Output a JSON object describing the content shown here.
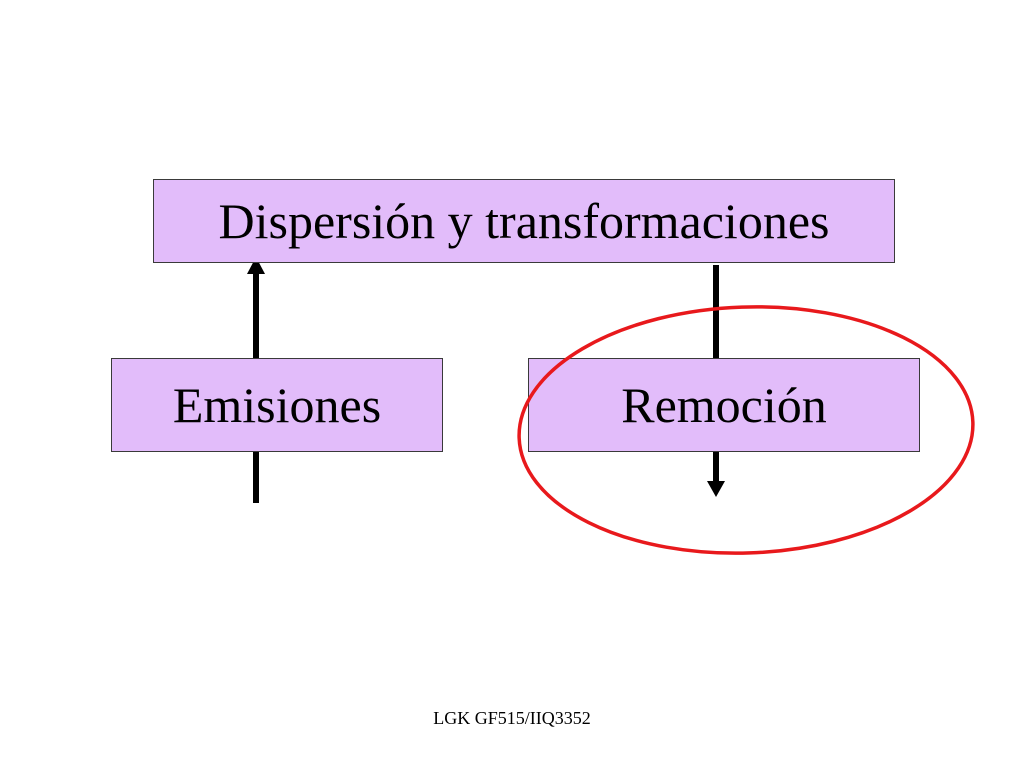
{
  "diagram": {
    "nodes": {
      "top": {
        "label": "Dispersión y transformaciones"
      },
      "left": {
        "label": "Emisiones"
      },
      "right": {
        "label": "Remoción"
      }
    },
    "edges": [
      {
        "from": "left",
        "to": "top",
        "direction": "up"
      },
      {
        "from": "top",
        "to": "right",
        "direction": "down"
      }
    ],
    "highlight": {
      "target": "right",
      "shape": "ellipse",
      "color": "#e8191c"
    }
  },
  "colors": {
    "box_fill": "#e2bcfa",
    "box_border": "#3a3a3a",
    "arrow": "#000000",
    "highlight": "#e8191c"
  },
  "footer": {
    "text": "LGK GF515/IIQ3352"
  }
}
